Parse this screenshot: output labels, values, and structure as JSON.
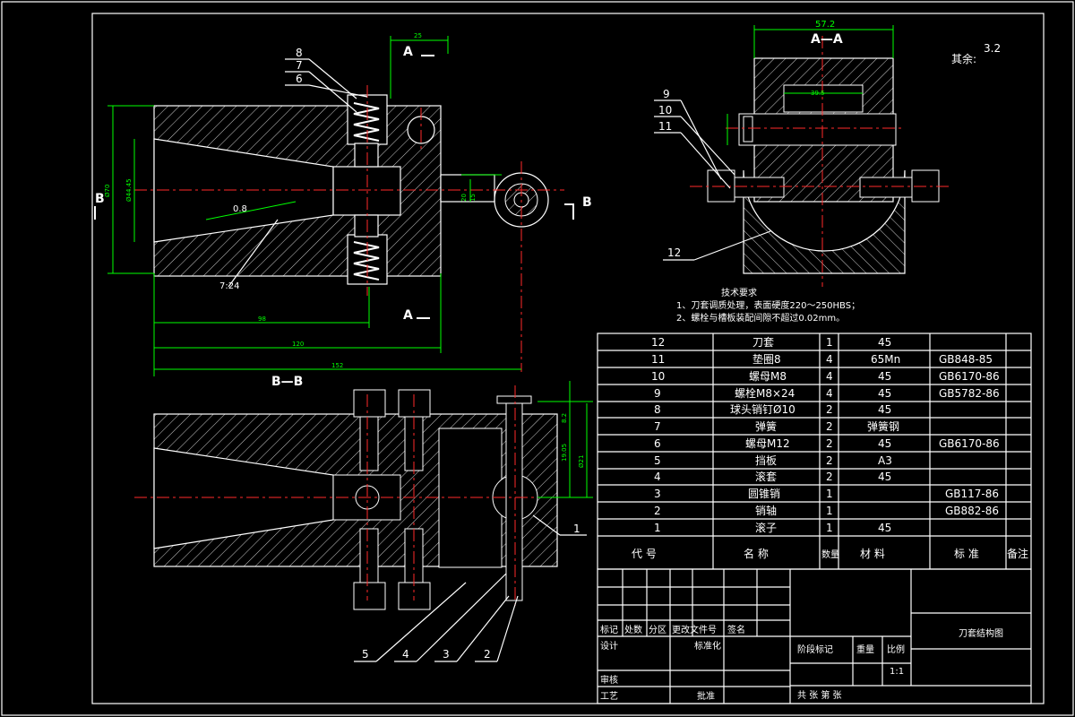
{
  "drawing": {
    "title_block_name": "刀套结构图",
    "scale": "1:1",
    "section_bb_label": "B—B",
    "section_aa_label": "A—A",
    "surface_note_label": "其余:",
    "surface_roughness": "3.2",
    "view_markers": [
      "A",
      "A",
      "B",
      "B"
    ]
  },
  "technical_requirements": {
    "heading": "技术要求",
    "items": [
      "1、刀套调质处理，表面硬度220～250HBS；",
      "2、螺栓与槽板装配间隙不超过0.02mm。"
    ]
  },
  "dimensions": {
    "d25": "25",
    "d57_2": "57.2",
    "d39_5": "39.5",
    "d98": "98",
    "d120": "120",
    "d152": "152",
    "d7_24": "7:24",
    "d0_8": "0.8",
    "phi70": "Ø70",
    "phi44": "Ø44.45",
    "d20": "20",
    "d15": "15",
    "d8_2": "8.2",
    "d19": "19.05",
    "phi21": "Ø21"
  },
  "callouts": {
    "top_left": [
      "8",
      "7",
      "6"
    ],
    "right_top": [
      "9",
      "10",
      "11"
    ],
    "item12": "12",
    "item1": "1",
    "bottom": [
      "5",
      "4",
      "3",
      "2"
    ]
  },
  "bom": {
    "rows": [
      {
        "no": "12",
        "name": "刀套",
        "qty": "1",
        "material": "45",
        "std": ""
      },
      {
        "no": "11",
        "name": "垫圈8",
        "qty": "4",
        "material": "65Mn",
        "std": "GB848-85"
      },
      {
        "no": "10",
        "name": "螺母M8",
        "qty": "4",
        "material": "45",
        "std": "GB6170-86"
      },
      {
        "no": "9",
        "name": "螺栓M8×24",
        "qty": "4",
        "material": "45",
        "std": "GB5782-86"
      },
      {
        "no": "8",
        "name": "球头销钉Ø10",
        "qty": "2",
        "material": "45",
        "std": ""
      },
      {
        "no": "7",
        "name": "弹簧",
        "qty": "2",
        "material": "弹簧钢",
        "std": ""
      },
      {
        "no": "6",
        "name": "螺母M12",
        "qty": "2",
        "material": "45",
        "std": "GB6170-86"
      },
      {
        "no": "5",
        "name": "挡板",
        "qty": "2",
        "material": "A3",
        "std": ""
      },
      {
        "no": "4",
        "name": "滚套",
        "qty": "2",
        "material": "45",
        "std": ""
      },
      {
        "no": "3",
        "name": "圆锥销",
        "qty": "1",
        "material": "",
        "std": "GB117-86"
      },
      {
        "no": "2",
        "name": "销轴",
        "qty": "1",
        "material": "",
        "std": "GB882-86"
      },
      {
        "no": "1",
        "name": "滚子",
        "qty": "1",
        "material": "45",
        "std": ""
      }
    ],
    "header": {
      "no": "代  号",
      "name": "名  称",
      "qty": "数量",
      "material": "材  料",
      "std": "标  准",
      "note": "备注"
    }
  },
  "title_block": {
    "marks": "标记",
    "count": "处数",
    "zone": "分区",
    "change_doc": "更改文件号",
    "sign": "签名",
    "design": "设计",
    "standardize": "标准化",
    "stage_mark": "阶段标记",
    "weight": "重量",
    "ratio": "比例",
    "check": "审核",
    "process": "工艺",
    "approve": "批准",
    "sheets": "共 张 第 张"
  }
}
